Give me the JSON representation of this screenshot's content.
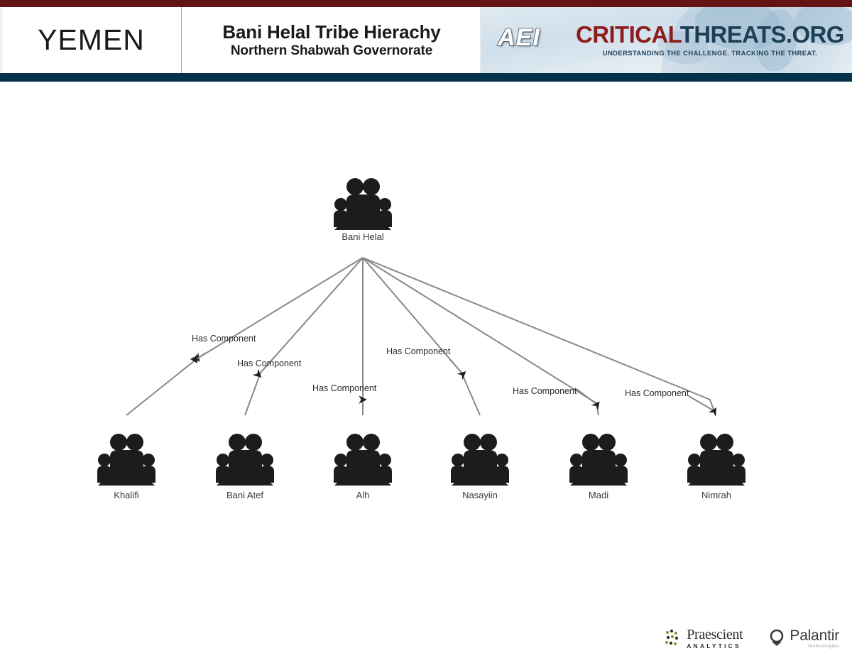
{
  "header": {
    "country": "YEMEN",
    "title_main": "Bani Helal  Tribe Hierachy",
    "title_sub": "Northern Shabwah Governorate",
    "logo": {
      "aei": "AEI",
      "wordmark_part1": "CRITICAL",
      "wordmark_part2": "THREATS.ORG",
      "tagline": "UNDERSTANDING THE CHALLENGE.  TRACKING THE THREAT."
    },
    "colors": {
      "top_bar": "#641414",
      "navy_bar": "#03324a",
      "critical_red": "#8d1c1c",
      "threats_navy": "#1d3e55"
    }
  },
  "graph": {
    "root": {
      "label": "Bani Helal",
      "icon": "group-of-people-icon"
    },
    "relationship_label": "Has Component",
    "children": [
      {
        "label": "Khalifi",
        "icon": "group-of-people-icon"
      },
      {
        "label": "Bani Atef",
        "icon": "group-of-people-icon"
      },
      {
        "label": "Alh",
        "icon": "group-of-people-icon"
      },
      {
        "label": "Nasayiin",
        "icon": "group-of-people-icon"
      },
      {
        "label": "Madi",
        "icon": "group-of-people-icon"
      },
      {
        "label": "Nimrah",
        "icon": "group-of-people-icon"
      }
    ],
    "edges": [
      {
        "from": "Bani Helal",
        "to": "Khalifi",
        "label": "Has Component"
      },
      {
        "from": "Bani Helal",
        "to": "Bani Atef",
        "label": "Has Component"
      },
      {
        "from": "Bani Helal",
        "to": "Alh",
        "label": "Has Component"
      },
      {
        "from": "Bani Helal",
        "to": "Nasayiin",
        "label": "Has Component"
      },
      {
        "from": "Bani Helal",
        "to": "Madi",
        "label": "Has Component"
      },
      {
        "from": "Bani Helal",
        "to": "Nimrah",
        "label": "Has Component"
      }
    ]
  },
  "footer": {
    "praescient_name": "Praescient",
    "praescient_sub": "ANALYTICS",
    "palantir_name": "Palantir",
    "palantir_sub": "Technologies"
  }
}
